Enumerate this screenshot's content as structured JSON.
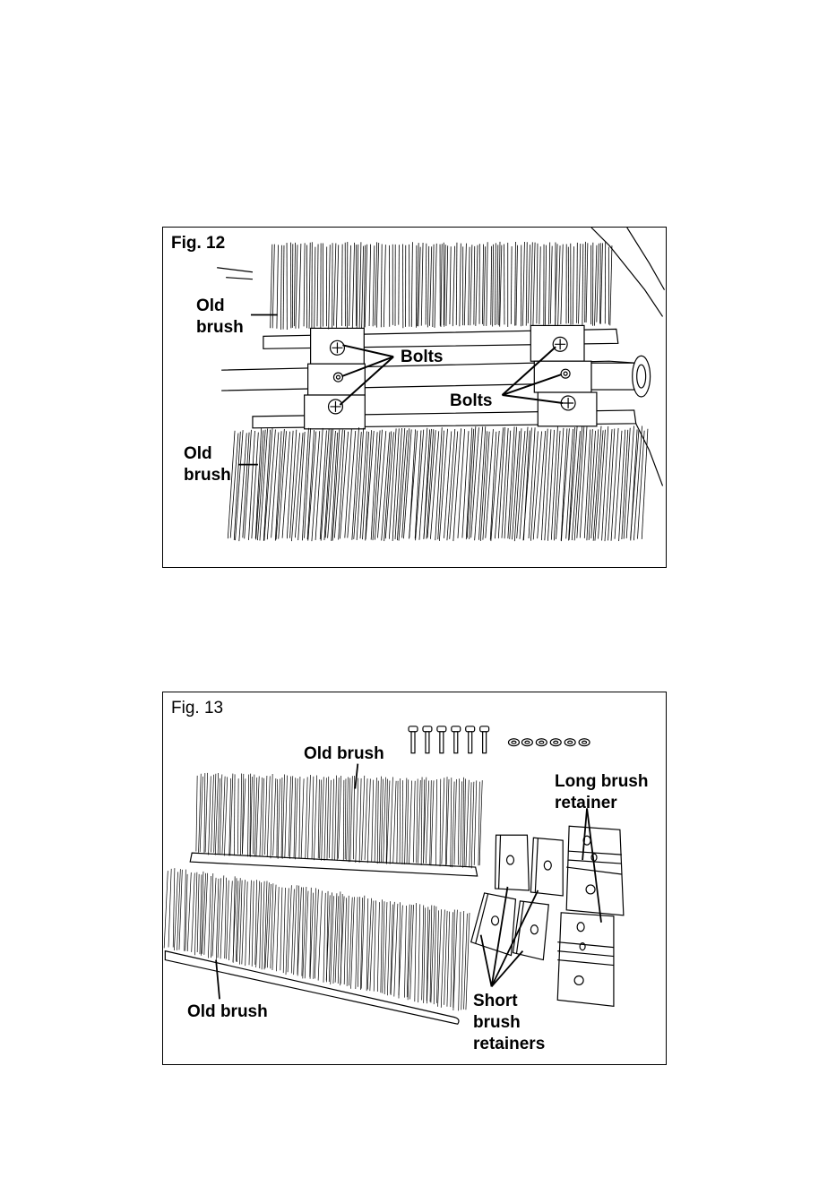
{
  "fig12": {
    "title": "Fig. 12",
    "label_old_brush_top": "Old\nbrush",
    "label_bolts_left": "Bolts",
    "label_bolts_right": "Bolts",
    "label_old_brush_bottom": "Old\nbrush"
  },
  "fig13": {
    "title": "Fig. 13",
    "label_old_brush_top": "Old brush",
    "label_long_retainer": "Long brush\nretainer",
    "label_short_retainers": "Short\nbrush\nretainers",
    "label_old_brush_bottom": "Old brush"
  }
}
